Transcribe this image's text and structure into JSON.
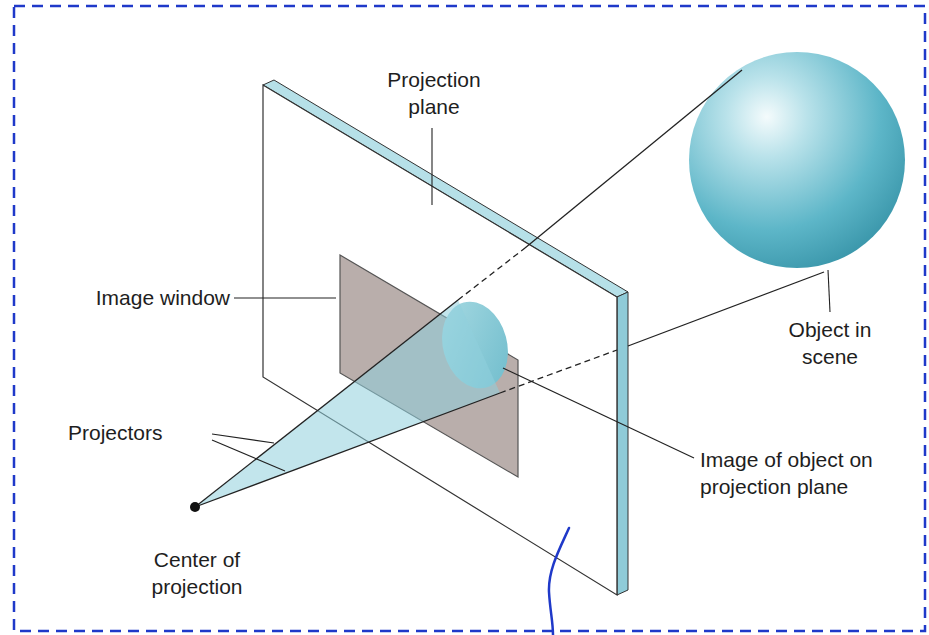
{
  "diagram": {
    "labels": [
      "Projection plane",
      "Image window",
      "Projectors",
      "Image of object on projection plane",
      "Object in scene",
      "Center of projection"
    ]
  }
}
